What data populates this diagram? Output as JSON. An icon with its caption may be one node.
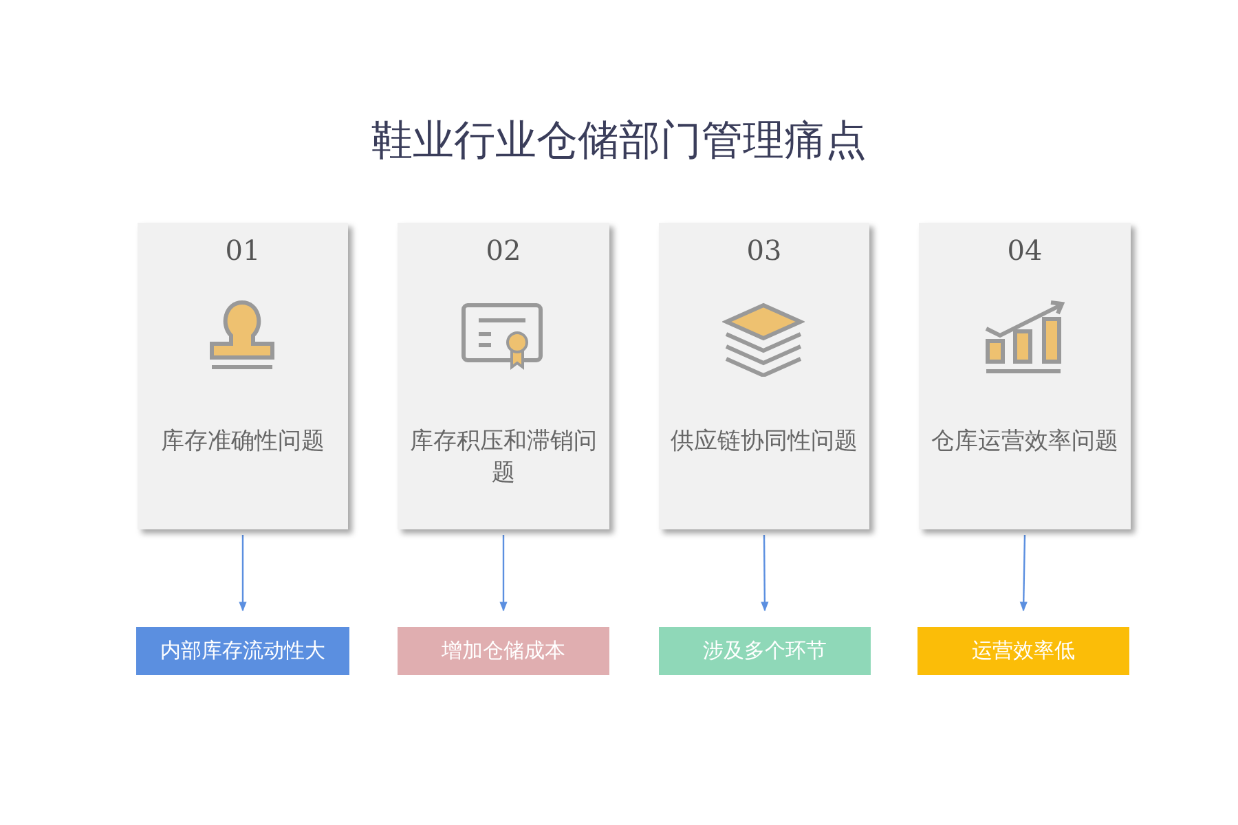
{
  "diagram": {
    "title": "鞋业行业仓储部门管理痛点",
    "nodes": [
      {
        "text": [
          "01",
          "库存准确性问题"
        ]
      },
      {
        "text": [
          "02",
          "库存积压和滞销问题"
        ]
      },
      {
        "text": [
          "03",
          "供应链协同性问题"
        ]
      },
      {
        "text": [
          "04",
          "仓库运营效率问题"
        ]
      },
      {
        "text": [
          "内部库存流动性大"
        ]
      },
      {
        "text": [
          "增加仓储成本"
        ]
      },
      {
        "text": [
          "涉及多个环节"
        ]
      },
      {
        "text": [
          "运营效率低"
        ]
      }
    ],
    "edges": [
      {
        "from": 0,
        "to": 4,
        "arrow": "to"
      },
      {
        "from": 1,
        "to": 5,
        "arrow": "to"
      },
      {
        "from": 2,
        "to": 6,
        "arrow": "to"
      },
      {
        "from": 3,
        "to": 7,
        "arrow": "to"
      }
    ]
  }
}
